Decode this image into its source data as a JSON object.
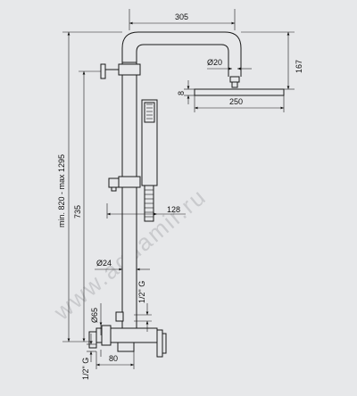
{
  "dimensions": {
    "arm_width": "305",
    "arm_diameter": "Ø20",
    "head_height": "167",
    "head_thickness": "8",
    "head_width": "250",
    "total_height": "min. 820 - max 1295",
    "mixer_height": "735",
    "hand_shower_reach": "128",
    "rail_diameter": "Ø24",
    "outlet_thread": "1/2\" G",
    "escutcheon_diameter": "Ø65",
    "inlet_thread": "1/2\" G",
    "inlet_offset": "80"
  },
  "watermark": "www.aquamir.ru"
}
